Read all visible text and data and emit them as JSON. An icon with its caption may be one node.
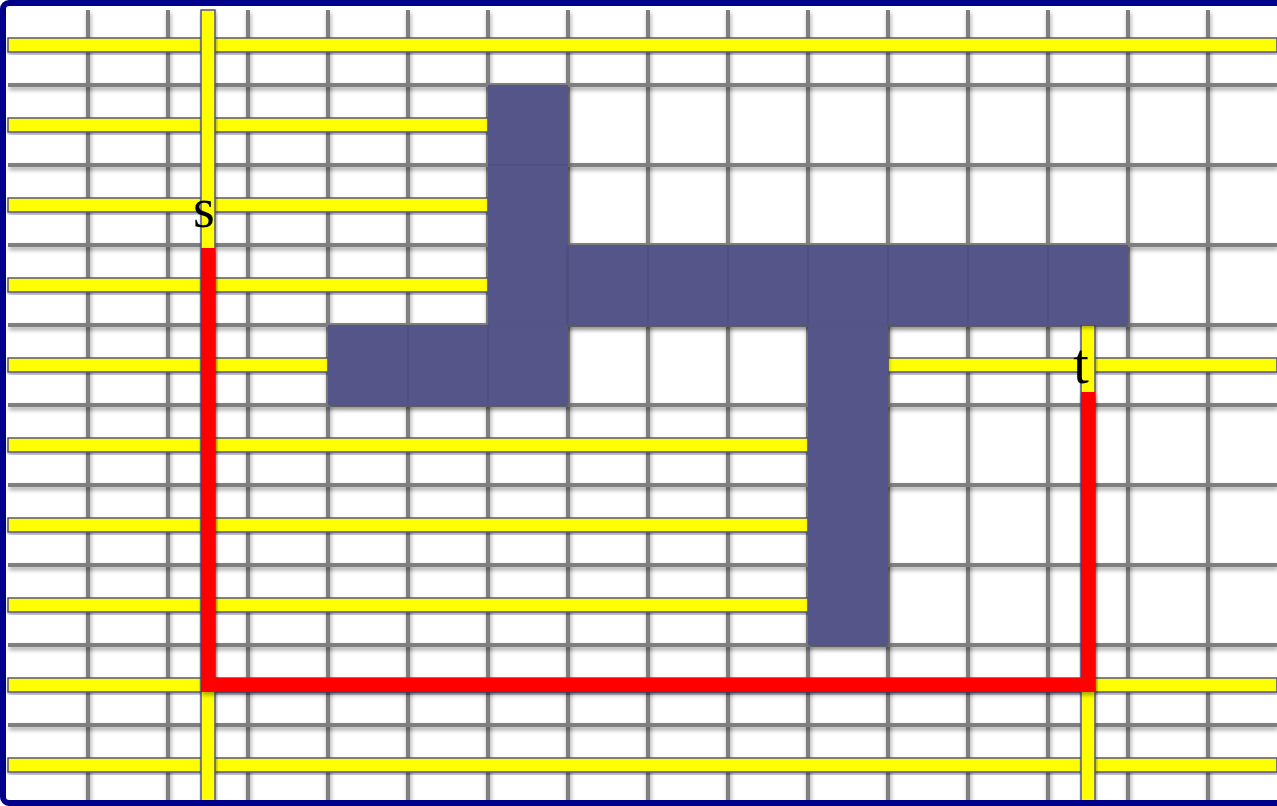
{
  "diagram": {
    "nodes": [
      {
        "text": [
          "s"
        ]
      },
      {
        "text": [
          "t"
        ]
      }
    ],
    "edges": [
      {
        "from": 0,
        "to": 1,
        "arrow": "none"
      }
    ]
  }
}
